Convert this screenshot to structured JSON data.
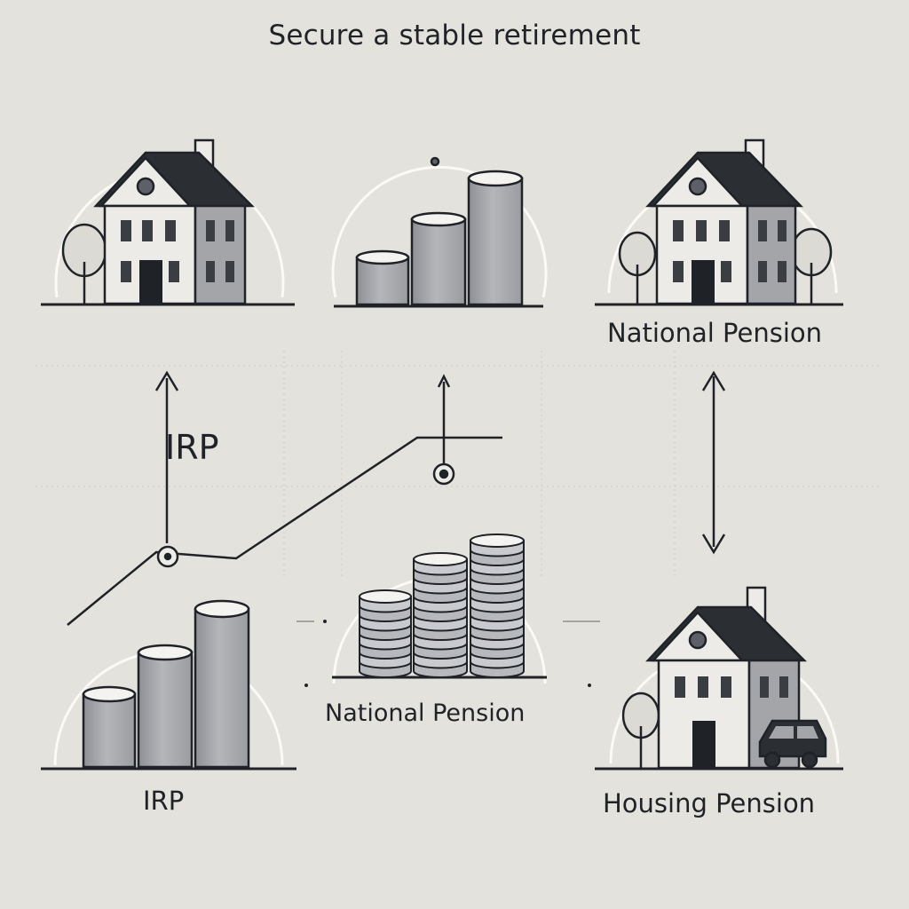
{
  "title": "Secure a stable retirement",
  "labels": {
    "national_pension_top": "National Pension",
    "irp_middle": "IRP",
    "national_pension_middle": "National Pension",
    "irp_bottom": "IRP",
    "housing_pension_bottom": "Housing Pension"
  },
  "icons": {
    "house_left": "house-icon",
    "cylinders_top": "cylinder-bars-icon",
    "house_right": "house-icon",
    "cylinders_bottom": "cylinder-bars-icon",
    "coin_stacks": "coin-stack-icon",
    "house_car": "house-with-car-icon"
  },
  "colors": {
    "background": "#e4e2dd",
    "ink": "#1f2328",
    "gray_body": "#a3a5a9",
    "roof": "#2b2e33",
    "wall_light": "#ecebe7"
  }
}
